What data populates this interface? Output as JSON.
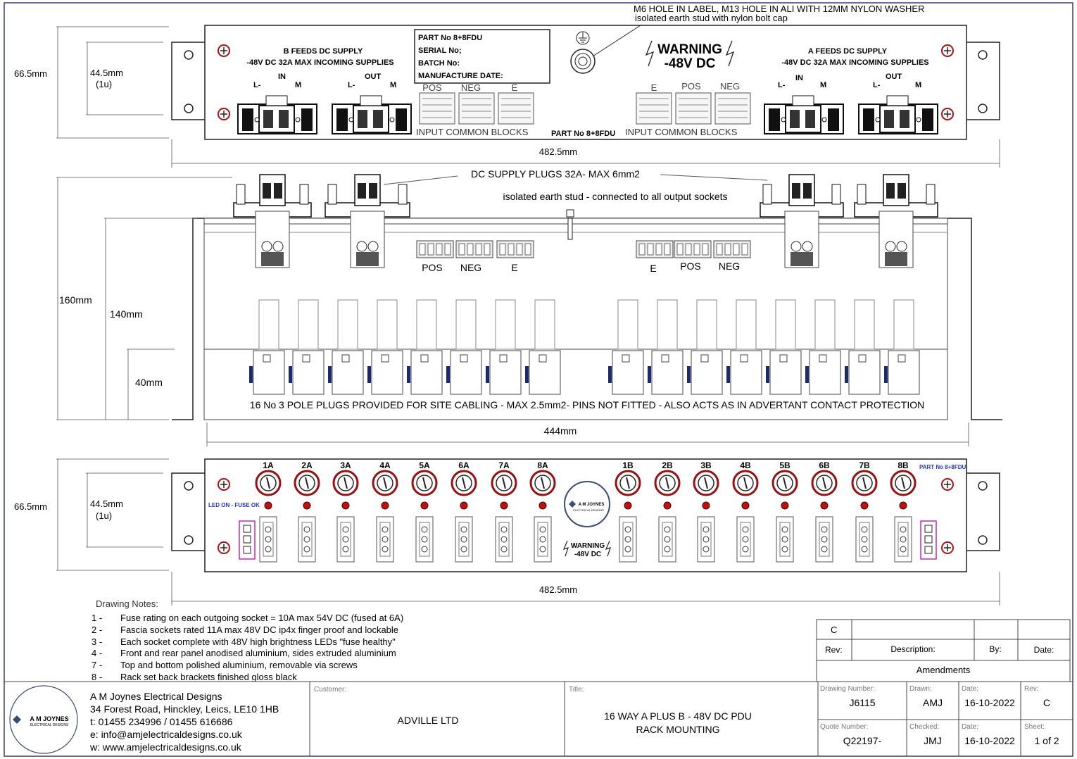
{
  "top_view": {
    "label_top_line1": "M6 HOLE IN LABEL, M13 HOLE IN ALI WITH 12MM NYLON WASHER",
    "label_top_line2": "isolated earth stud with nylon bolt cap",
    "dim_height_outer": "66.5mm",
    "dim_height_inner": "44.5mm",
    "dim_height_inner_sub": "(1u)",
    "dim_width": "482.5mm",
    "b_feed_title": "B FEEDS DC SUPPLY",
    "b_feed_sub": "-48V DC 32A MAX INCOMING SUPPLIES",
    "a_feed_title": "A FEEDS DC SUPPLY",
    "a_feed_sub": "-48V DC 32A MAX INCOMING SUPPLIES",
    "in_label": "IN",
    "out_label": "OUT",
    "l_label": "L-",
    "m_label": "M",
    "part_box": [
      "PART No 8+8FDU",
      "SERIAL No;",
      "BATCH No:",
      "MANUFACTURE DATE:"
    ],
    "warning_line1": "WARNING",
    "warning_line2": "-48V DC",
    "blocks_left": [
      "POS",
      "NEG",
      "E"
    ],
    "blocks_right": [
      "E",
      "POS",
      "NEG"
    ],
    "input_common_left": "INPUT COMMON BLOCKS",
    "input_common_right": "INPUT COMMON BLOCKS",
    "part_no_center": "PART No 8+8FDU"
  },
  "side_view": {
    "dc_plugs": "DC SUPPLY PLUGS 32A-  MAX 6mm2",
    "earth_stud": "isolated earth stud - connected to all output sockets",
    "blocks_left": [
      "POS",
      "NEG",
      "E"
    ],
    "blocks_right": [
      "E",
      "POS",
      "NEG"
    ],
    "dim_160": "160mm",
    "dim_140": "140mm",
    "dim_40": "40mm",
    "plugs_note": "16 No 3 POLE PLUGS PROVIDED FOR SITE CABLING - MAX 2.5mm2- PINS NOT FITTED - ALSO ACTS AS IN ADVERTANT CONTACT PROTECTION",
    "dim_444": "444mm"
  },
  "front_view": {
    "dim_height_outer": "66.5mm",
    "dim_height_inner": "44.5mm",
    "dim_height_inner_sub": "(1u)",
    "dim_width": "482.5mm",
    "fuses_a": [
      "1A",
      "2A",
      "3A",
      "4A",
      "5A",
      "6A",
      "7A",
      "8A"
    ],
    "fuses_b": [
      "1B",
      "2B",
      "3B",
      "4B",
      "5B",
      "6B",
      "7B",
      "8B"
    ],
    "led_note": "LED ON - FUSE OK",
    "part_no": "PART No 8+8FDU",
    "logo_text": "A M JOYNES",
    "logo_sub": "ELECTRICAL DESIGNS",
    "warning_line1": "WARNING",
    "warning_line2": "-48V DC"
  },
  "notes": {
    "title": "Drawing Notes:",
    "items": [
      {
        "num": "1 -",
        "text": "Fuse rating on each outgoing socket = 10A max 54V DC (fused at 6A)"
      },
      {
        "num": "2 -",
        "text": "Fascia sockets rated 11A max 48V DC ip4x finger proof and lockable"
      },
      {
        "num": "3 -",
        "text": "Each socket complete with 48V high brightness LEDs \"fuse healthy\""
      },
      {
        "num": "4 -",
        "text": "Front and rear panel anodised aluminium, sides extruded aluminium"
      },
      {
        "num": "7 -",
        "text": "Top and bottom polished aluminium, removable via screws"
      },
      {
        "num": "8 -",
        "text": "Rack set back brackets finished gloss black"
      }
    ]
  },
  "amendments": {
    "rev_value": "C",
    "col_rev": "Rev:",
    "col_desc": "Description:",
    "col_by": "By:",
    "col_date": "Date:",
    "title": "Amendments"
  },
  "title_block": {
    "company": "A M Joynes Electrical Designs",
    "address": "34 Forest Road, Hinckley, Leics, LE10 1HB",
    "phone": "t: 01455 234996 / 01455 616686",
    "email": "e: info@amjelectricaldesigns.co.uk",
    "web": "w: www.amjelectricaldesigns.co.uk",
    "logo_text": "A M JOYNES",
    "logo_sub": "ELECTRICAL DESIGNS",
    "customer_label": "Customer:",
    "customer": "ADVILLE LTD",
    "title_label": "Title:",
    "title_line1": "16 WAY A PLUS B - 48V DC PDU",
    "title_line2": "RACK MOUNTING",
    "drawing_number_label": "Drawing Number:",
    "drawing_number": "J6115",
    "drawn_label": "Drawn:",
    "drawn": "AMJ",
    "date_label": "Date:",
    "date1": "16-10-2022",
    "rev_label": "Rev:",
    "rev": "C",
    "quote_number_label": "Quote Number:",
    "quote_number": "Q22197-",
    "checked_label": "Checked:",
    "checked": "JMJ",
    "date2_label": "Date:",
    "date2": "16-10-2022",
    "sheet_label": "Sheet:",
    "sheet": "1 of 2"
  }
}
